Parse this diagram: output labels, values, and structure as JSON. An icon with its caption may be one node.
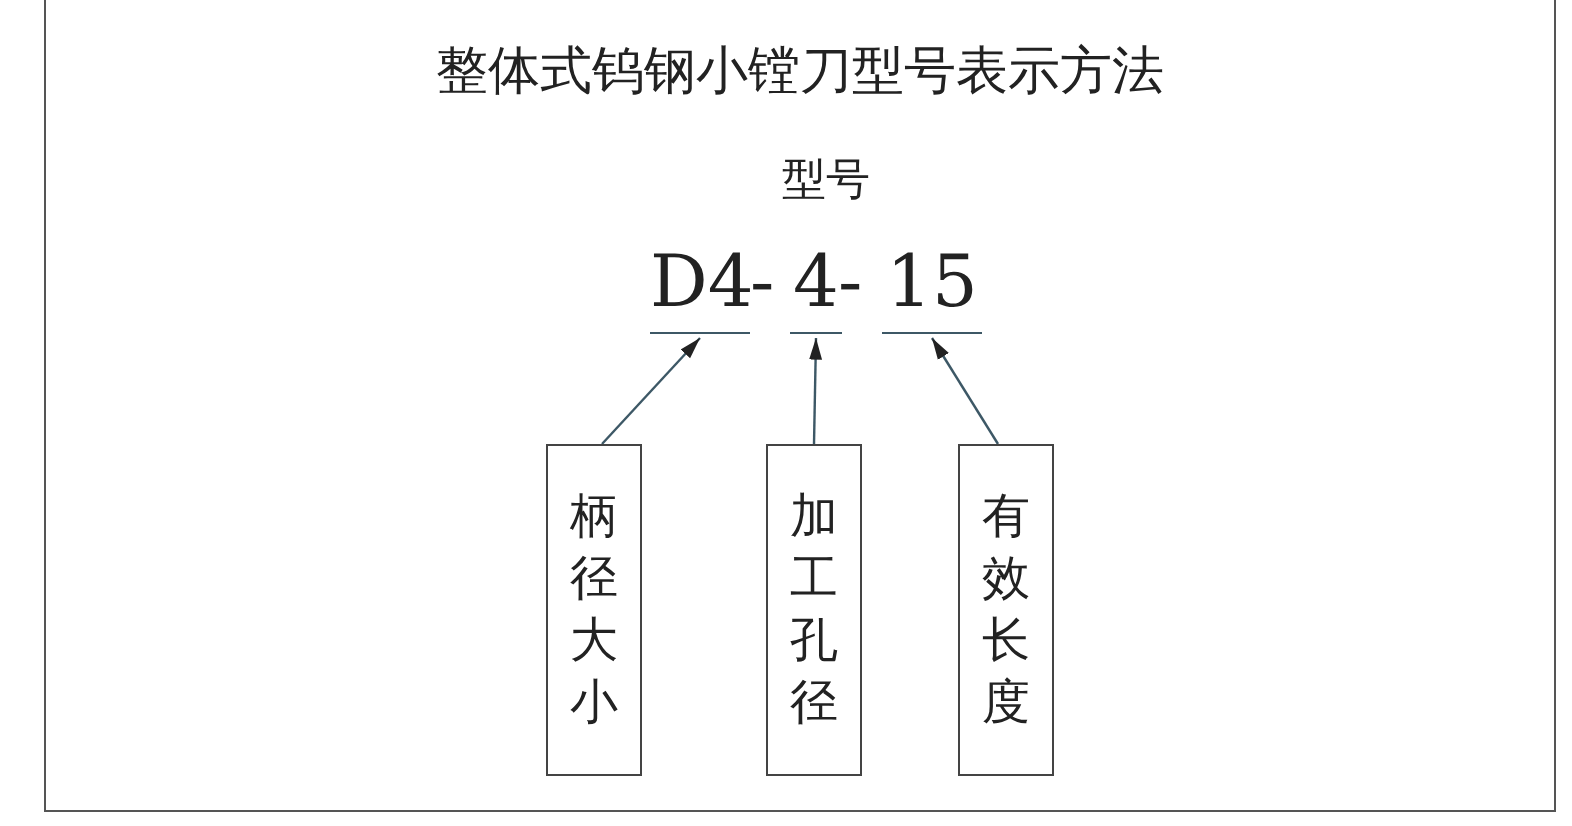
{
  "diagram": {
    "title": "整体式钨钢小镗刀型号表示方法",
    "nodes": [
      {
        "text": [
          "D4"
        ]
      },
      {
        "text": [
          "4"
        ]
      },
      {
        "text": [
          "15"
        ]
      },
      {
        "text": [
          "柄径大小"
        ]
      },
      {
        "text": [
          "加工孔径"
        ]
      },
      {
        "text": [
          "有效长度"
        ]
      }
    ],
    "edges": [
      {
        "from": 3,
        "to": 0,
        "arrow": "to"
      },
      {
        "from": 4,
        "to": 1,
        "arrow": "to"
      },
      {
        "from": 5,
        "to": 2,
        "arrow": "to"
      }
    ],
    "labels": [
      "型号",
      "-",
      "-"
    ]
  }
}
